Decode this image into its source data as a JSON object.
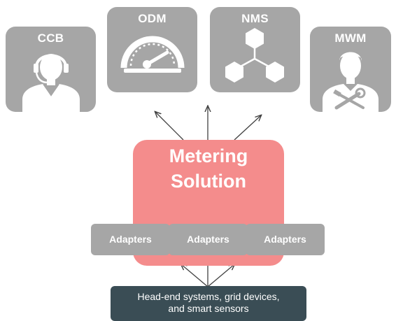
{
  "consumers": [
    {
      "label": "CCB",
      "icon": "headset-agent-icon"
    },
    {
      "label": "ODM",
      "icon": "speedometer-icon"
    },
    {
      "label": "NMS",
      "icon": "network-hexagons-icon"
    },
    {
      "label": "MWM",
      "icon": "field-worker-tools-icon"
    }
  ],
  "solution": {
    "title": "Metering\nSolution"
  },
  "adapters": [
    {
      "label": "Adapters"
    },
    {
      "label": "Adapters"
    },
    {
      "label": "Adapters"
    }
  ],
  "source": {
    "label": "Head-end systems, grid devices,\nand smart sensors"
  },
  "colors": {
    "tile": "#a6a6a6",
    "solution": "#f48c8c",
    "source": "#3a4d55",
    "arrow": "#404040",
    "text": "#ffffff"
  }
}
